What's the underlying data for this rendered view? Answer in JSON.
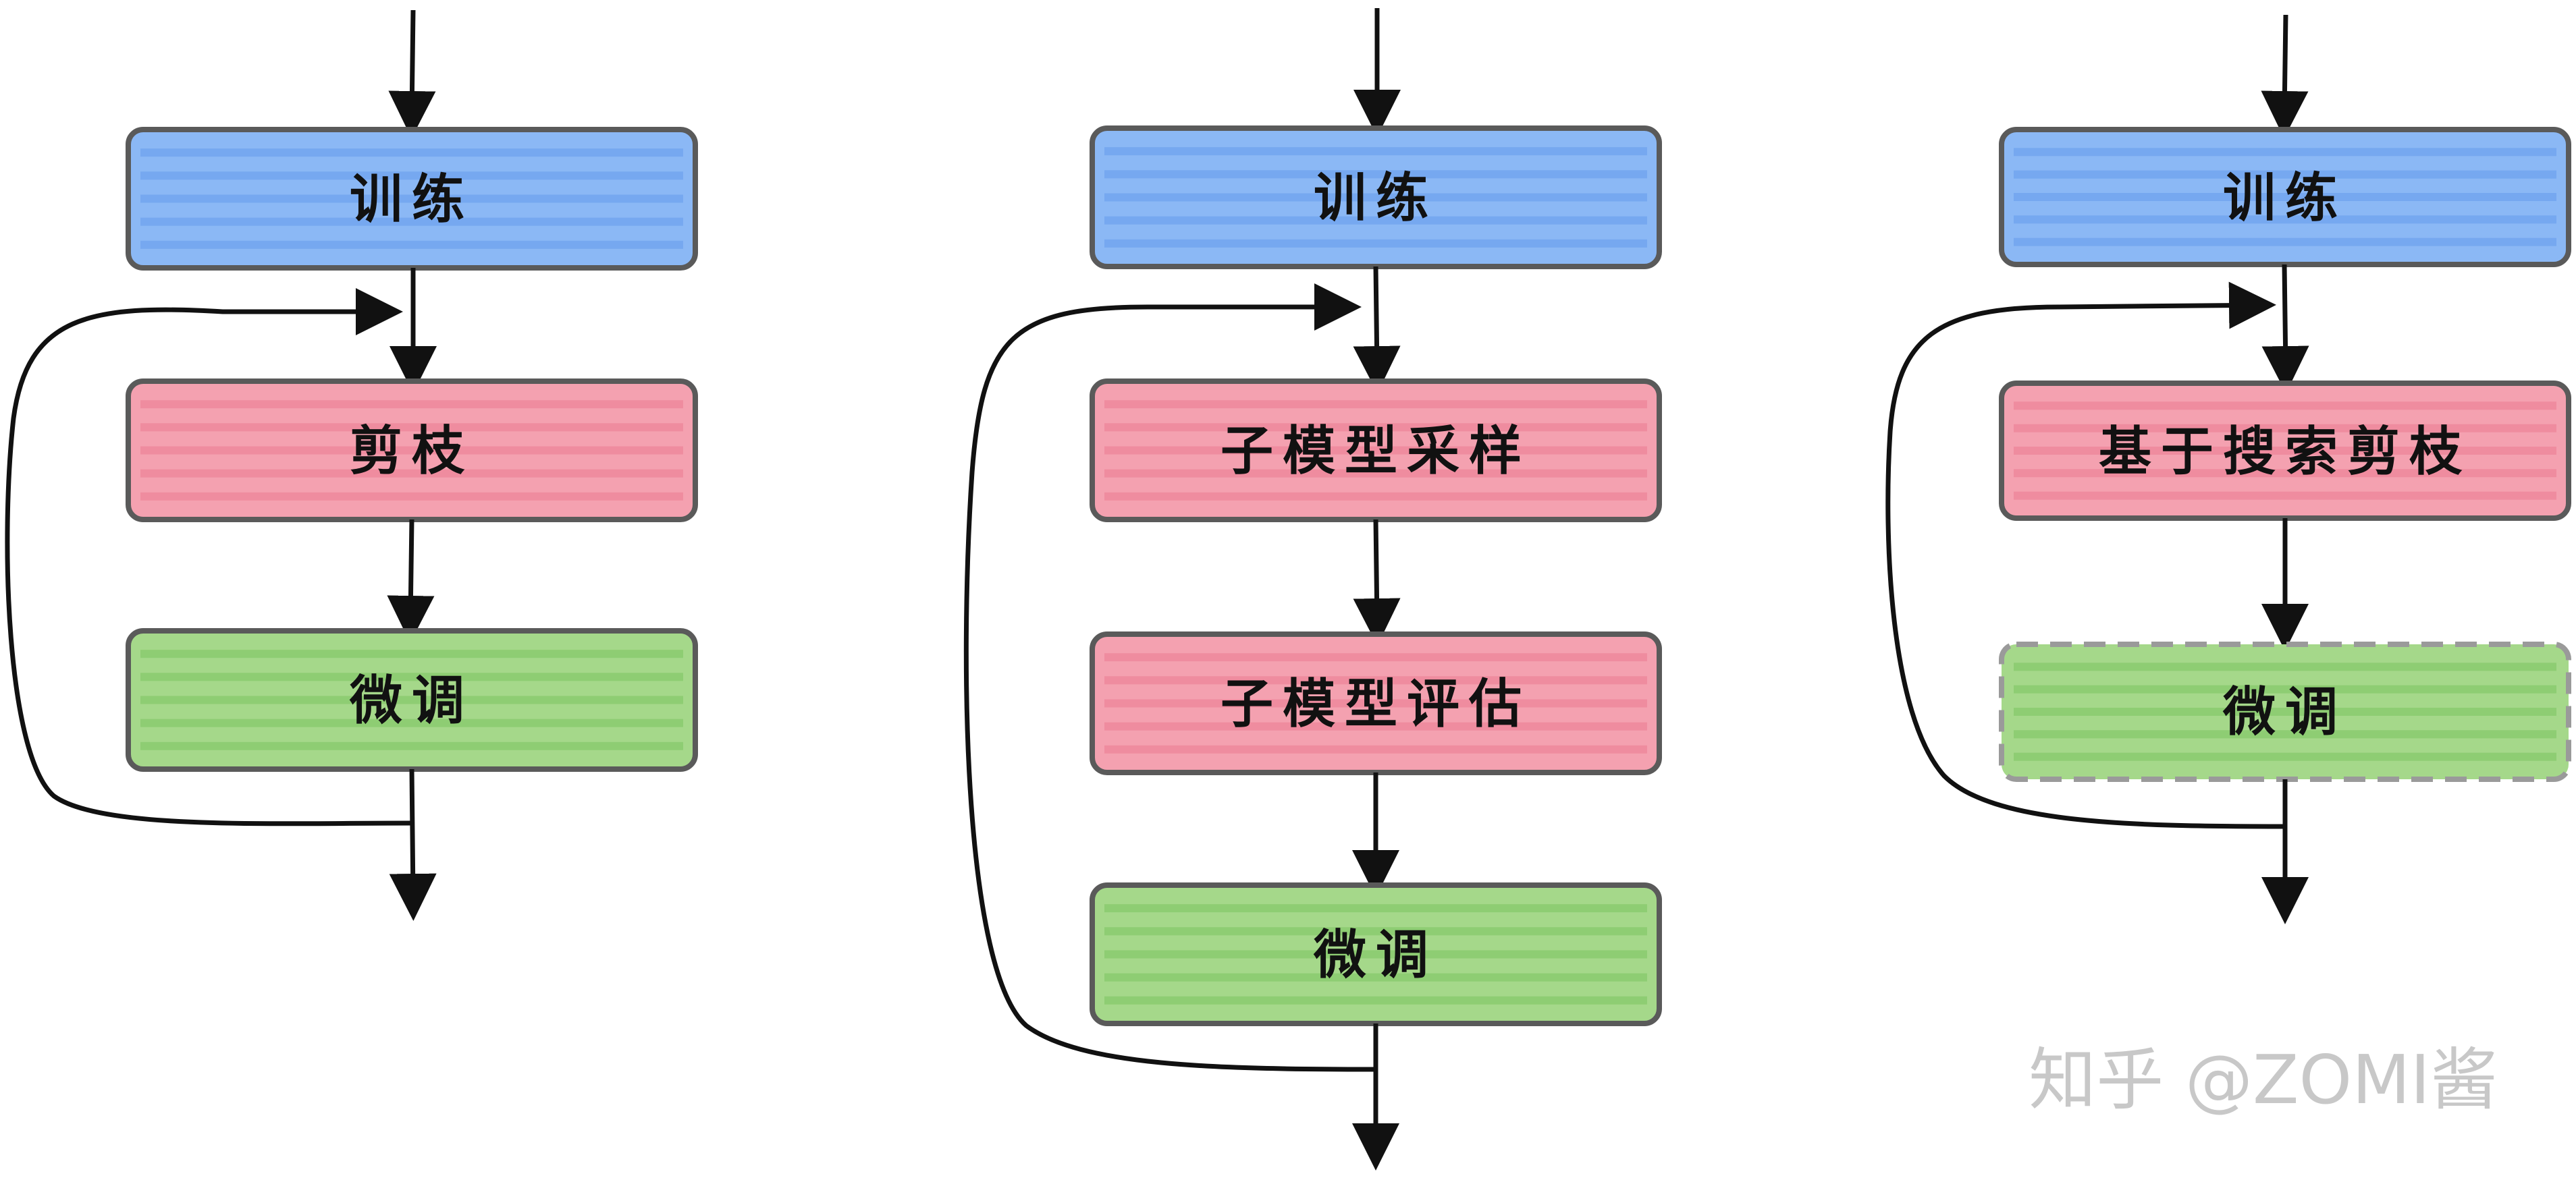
{
  "columns": [
    {
      "name": "column-1",
      "steps": [
        {
          "label": "训练",
          "color": "blue"
        },
        {
          "label": "剪枝",
          "color": "red"
        },
        {
          "label": "微调",
          "color": "green"
        }
      ]
    },
    {
      "name": "column-2",
      "steps": [
        {
          "label": "训练",
          "color": "blue"
        },
        {
          "label": "子模型采样",
          "color": "red"
        },
        {
          "label": "子模型评估",
          "color": "red"
        },
        {
          "label": "微调",
          "color": "green"
        }
      ]
    },
    {
      "name": "column-3",
      "steps": [
        {
          "label": "训练",
          "color": "blue"
        },
        {
          "label": "基于搜索剪枝",
          "color": "red"
        },
        {
          "label": "微调",
          "color": "green",
          "dashed": true
        }
      ]
    }
  ],
  "colors": {
    "blue": "#8bb8f5",
    "blue_stripe": "#6fa3ee",
    "red": "#f4a1b0",
    "red_stripe": "#ee8599",
    "green": "#a5d88a",
    "green_stripe": "#87c96b",
    "border": "#5a5a5a",
    "arrow": "#111111"
  },
  "watermark": "知乎 @ZOMI酱"
}
